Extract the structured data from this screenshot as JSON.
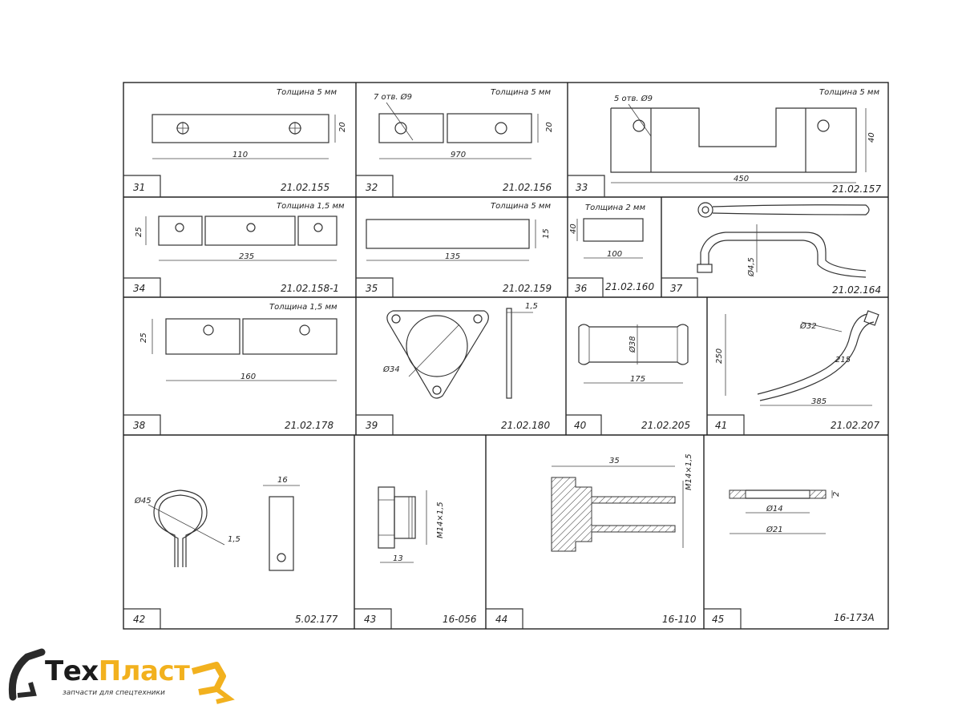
{
  "cells": [
    {
      "num": "31",
      "code": "21.02.155",
      "note": "Толщина 5 мм",
      "dims": [
        "110",
        "20"
      ]
    },
    {
      "num": "32",
      "code": "21.02.156",
      "note": "Толщина 5 мм",
      "hole_note": "7 отв. Ø9",
      "dims": [
        "970",
        "20"
      ]
    },
    {
      "num": "33",
      "code": "21.02.157",
      "note": "Толщина 5 мм",
      "hole_note": "5 отв. Ø9",
      "dims": [
        "450",
        "40"
      ]
    },
    {
      "num": "34",
      "code": "21.02.158-1",
      "note": "Толщина 1,5 мм",
      "dims": [
        "235",
        "25"
      ]
    },
    {
      "num": "35",
      "code": "21.02.159",
      "note": "Толщина 5 мм",
      "dims": [
        "135",
        "15"
      ]
    },
    {
      "num": "36",
      "code": "21.02.160",
      "note": "Толщина 2 мм",
      "dims": [
        "100",
        "40"
      ]
    },
    {
      "num": "37",
      "code": "21.02.164",
      "dims": [
        "Ø4,5"
      ]
    },
    {
      "num": "38",
      "code": "21.02.178",
      "note": "Толщина 1,5 мм",
      "dims": [
        "160",
        "25"
      ]
    },
    {
      "num": "39",
      "code": "21.02.180",
      "dims": [
        "Ø34",
        "1,5"
      ]
    },
    {
      "num": "40",
      "code": "21.02.205",
      "dims": [
        "175",
        "Ø38"
      ]
    },
    {
      "num": "41",
      "code": "21.02.207",
      "dims": [
        "Ø32",
        "215",
        "250",
        "385"
      ]
    },
    {
      "num": "42",
      "code": "5.02.177",
      "dims": [
        "Ø45",
        "1,5",
        "16"
      ]
    },
    {
      "num": "43",
      "code": "16-056",
      "dims": [
        "13",
        "M14×1,5"
      ]
    },
    {
      "num": "44",
      "code": "16-110",
      "dims": [
        "35",
        "M14×1,5"
      ]
    },
    {
      "num": "45",
      "code": "16-173А",
      "dims": [
        "Ø14",
        "Ø21",
        "2"
      ]
    }
  ],
  "logo": {
    "word_a": "Тех",
    "word_b": "Пласт",
    "subtitle": "запчасти для спецтехники"
  }
}
